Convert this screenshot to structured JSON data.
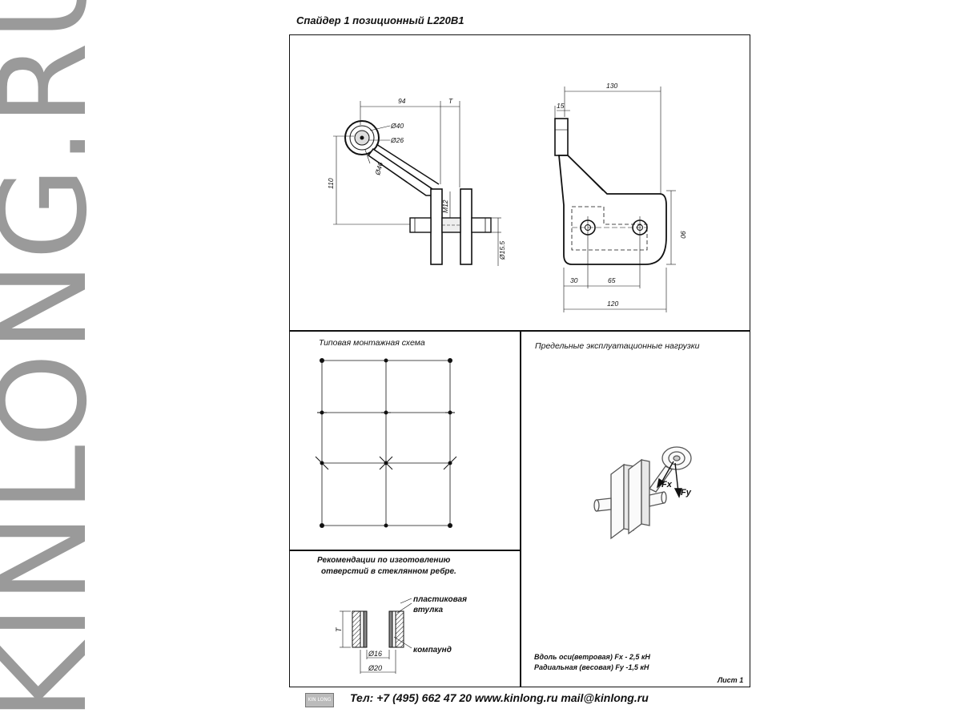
{
  "watermark": "KINLONG.RU",
  "title": "Спайдер 1 позиционный L220B1",
  "drawing_front": {
    "dim_94": "94",
    "dim_T": "T",
    "dim_110": "110",
    "dim_d40": "Ø40",
    "dim_d26": "Ø26",
    "dim_d46": "Ø46",
    "dim_m12": "M12",
    "dim_d155": "Ø15.5"
  },
  "drawing_side": {
    "dim_130": "130",
    "dim_15": "15",
    "dim_90": "90",
    "dim_30": "30",
    "dim_65": "65",
    "dim_120": "120"
  },
  "mounting": {
    "heading": "Типовая монтажная схема"
  },
  "loads": {
    "heading": "Предельные эксплуатационные нагрузки",
    "fx": "Fx",
    "fy": "Fy",
    "line1": "Вдоль оси(ветровая)  Fx  - 2,5 кН",
    "line2": "Радиальная (весовая) Fy -1,5 кН",
    "sheet": "Лист 1"
  },
  "holes": {
    "heading_line1": "Рекомендации по изготовлению",
    "heading_line2": "отверстий в стеклянном ребре.",
    "bushing_line1": "пластиковая",
    "bushing_line2": "втулка",
    "compound": "компаунд",
    "dim_T": "T",
    "dim_d16": "Ø16",
    "dim_d20": "Ø20"
  },
  "footer": {
    "logo": "KIN LONG",
    "contacts": "Тел: +7 (495) 662 47 20 www.kinlong.ru  mail@kinlong.ru"
  }
}
